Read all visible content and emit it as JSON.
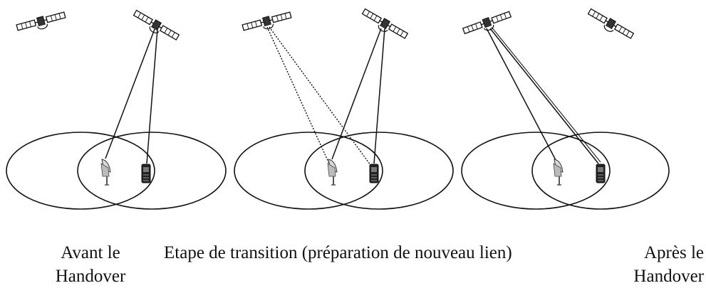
{
  "captions": {
    "before": {
      "line1": "Avant le",
      "line2": "Handover"
    },
    "transition": "Etape de transition (préparation de nouveau lien)",
    "after": {
      "line1": "Après le",
      "line2": "Handover"
    }
  },
  "colors": {
    "ink": "#111111",
    "background": "#ffffff"
  },
  "icons": [
    "satellite-icon",
    "ground-station-icon",
    "mobile-terminal-icon"
  ],
  "panels": [
    {
      "id": "before",
      "links": [
        "sat2-terminal-solid",
        "sat2-station-solid"
      ]
    },
    {
      "id": "transition",
      "links": [
        "sat1-station-dotted",
        "sat1-terminal-dotted",
        "sat2-station-solid",
        "sat2-terminal-solid"
      ]
    },
    {
      "id": "after",
      "links": [
        "sat1-station-solid",
        "sat1-terminal-solid"
      ]
    }
  ]
}
